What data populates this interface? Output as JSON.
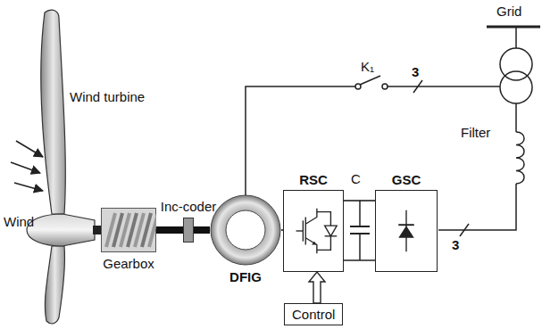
{
  "diagram": {
    "nodes": [
      {
        "text": [
          "Gearbox"
        ]
      },
      {
        "text": [
          "Inc-coder"
        ]
      },
      {
        "text": [
          "DFIG"
        ]
      },
      {
        "text": [
          "RSC"
        ]
      },
      {
        "text": [
          "GSC"
        ]
      },
      {
        "text": [
          "Control"
        ]
      }
    ],
    "edges": [
      {
        "from": 0,
        "to": 1,
        "arrow": "none"
      },
      {
        "from": 1,
        "to": 2,
        "arrow": "none"
      },
      {
        "from": 2,
        "to": 3,
        "arrow": "none"
      },
      {
        "from": 3,
        "to": 4,
        "arrow": "none"
      },
      {
        "from": 5,
        "to": 3,
        "arrow": "to"
      }
    ],
    "labels": [
      "Wind turbine",
      "Wind",
      "K₁",
      "3",
      "Grid",
      "Filter",
      "C",
      "3"
    ]
  }
}
